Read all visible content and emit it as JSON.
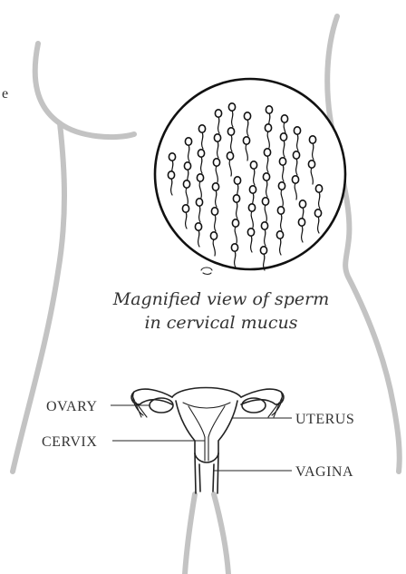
{
  "caption": {
    "line1": "Magnified view of sperm",
    "line2": "in cervical mucus"
  },
  "labels": {
    "ovary": "OVARY",
    "cervix": "CERVIX",
    "uterus": "UTERUS",
    "vagina": "VAGINA"
  },
  "cropped_text": "e",
  "colors": {
    "body_outline": "#c3c3c3",
    "ink": "#222222"
  }
}
